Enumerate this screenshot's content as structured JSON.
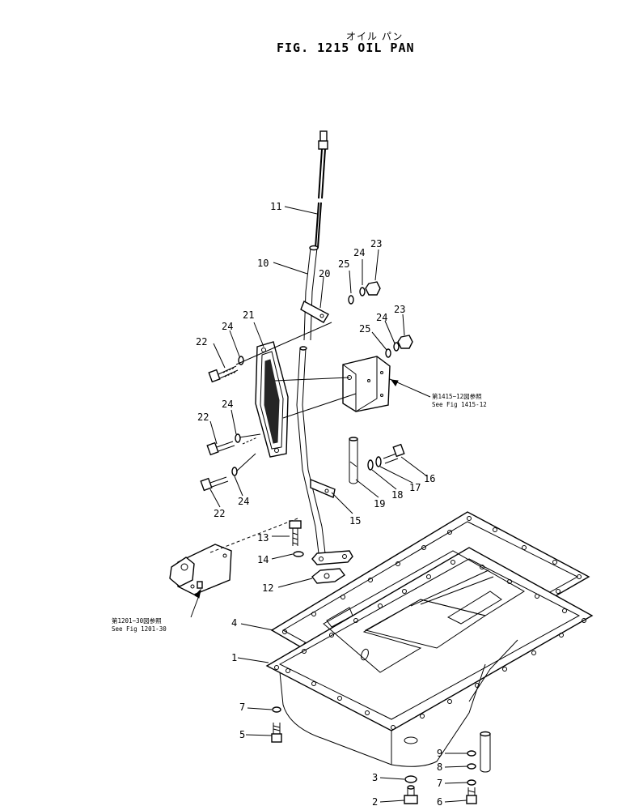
{
  "title": {
    "japanese": "オイル パン",
    "main": "FIG. 1215  OIL PAN"
  },
  "references": {
    "upper_jp": "第1415−12図参照",
    "upper_en": "See Fig 1415-12",
    "lower_jp": "第1201−30図参照",
    "lower_en": "See Fig 1201-30"
  },
  "callouts": [
    {
      "id": "c11",
      "text": "11"
    },
    {
      "id": "c10",
      "text": "10"
    },
    {
      "id": "c20",
      "text": "20"
    },
    {
      "id": "c25a",
      "text": "25"
    },
    {
      "id": "c24a",
      "text": "24"
    },
    {
      "id": "c23a",
      "text": "23"
    },
    {
      "id": "c21",
      "text": "21"
    },
    {
      "id": "c22a",
      "text": "22"
    },
    {
      "id": "c24b",
      "text": "24"
    },
    {
      "id": "c25b",
      "text": "25"
    },
    {
      "id": "c24c",
      "text": "24"
    },
    {
      "id": "c23b",
      "text": "23"
    },
    {
      "id": "c22b",
      "text": "22"
    },
    {
      "id": "c24d",
      "text": "24"
    },
    {
      "id": "c22c",
      "text": "22"
    },
    {
      "id": "c24e",
      "text": "24"
    },
    {
      "id": "c16",
      "text": "16"
    },
    {
      "id": "c17",
      "text": "17"
    },
    {
      "id": "c18",
      "text": "18"
    },
    {
      "id": "c19",
      "text": "19"
    },
    {
      "id": "c15",
      "text": "15"
    },
    {
      "id": "c13",
      "text": "13"
    },
    {
      "id": "c14",
      "text": "14"
    },
    {
      "id": "c12",
      "text": "12"
    },
    {
      "id": "c4",
      "text": "4"
    },
    {
      "id": "c1",
      "text": "1"
    },
    {
      "id": "c7a",
      "text": "7"
    },
    {
      "id": "c5",
      "text": "5"
    },
    {
      "id": "c3",
      "text": "3"
    },
    {
      "id": "c2",
      "text": "2"
    },
    {
      "id": "c9",
      "text": "9"
    },
    {
      "id": "c8",
      "text": "8"
    },
    {
      "id": "c7b",
      "text": "7"
    },
    {
      "id": "c6",
      "text": "6"
    }
  ]
}
